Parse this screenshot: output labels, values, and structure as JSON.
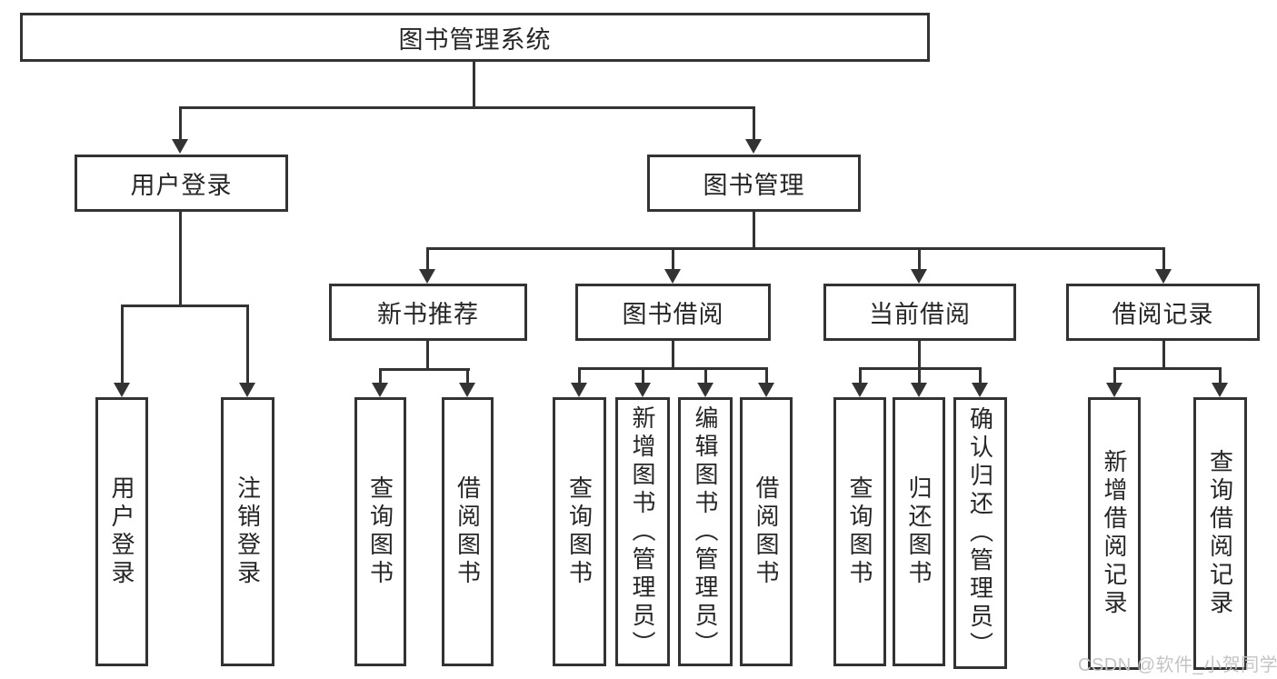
{
  "colors": {
    "background": "#ffffff",
    "line": "#333333",
    "text": "#262626",
    "watermark": "#c4c4c4"
  },
  "diagram": {
    "root": {
      "label": "图书管理系统"
    },
    "level2": [
      {
        "label": "用户登录"
      },
      {
        "label": "图书管理"
      }
    ],
    "level3": [
      {
        "label": "新书推荐"
      },
      {
        "label": "图书借阅"
      },
      {
        "label": "当前借阅"
      },
      {
        "label": "借阅记录"
      }
    ],
    "leaves": {
      "user_login": [
        {
          "label": "用户登录"
        },
        {
          "label": "注销登录"
        }
      ],
      "new_rec": [
        {
          "label": "查询图书"
        },
        {
          "label": "借阅图书"
        }
      ],
      "book_borrow": [
        {
          "label": "查询图书"
        },
        {
          "label": "新增图书（管理员）"
        },
        {
          "label": "编辑图书（管理员）"
        },
        {
          "label": "借阅图书"
        }
      ],
      "current": [
        {
          "label": "查询图书"
        },
        {
          "label": "归还图书"
        },
        {
          "label": "确认归还（管理员）"
        }
      ],
      "records": [
        {
          "label": "新增借阅记录"
        },
        {
          "label": "查询借阅记录"
        }
      ]
    }
  },
  "watermark": {
    "text": "CSDN @软件_小贺同学"
  }
}
